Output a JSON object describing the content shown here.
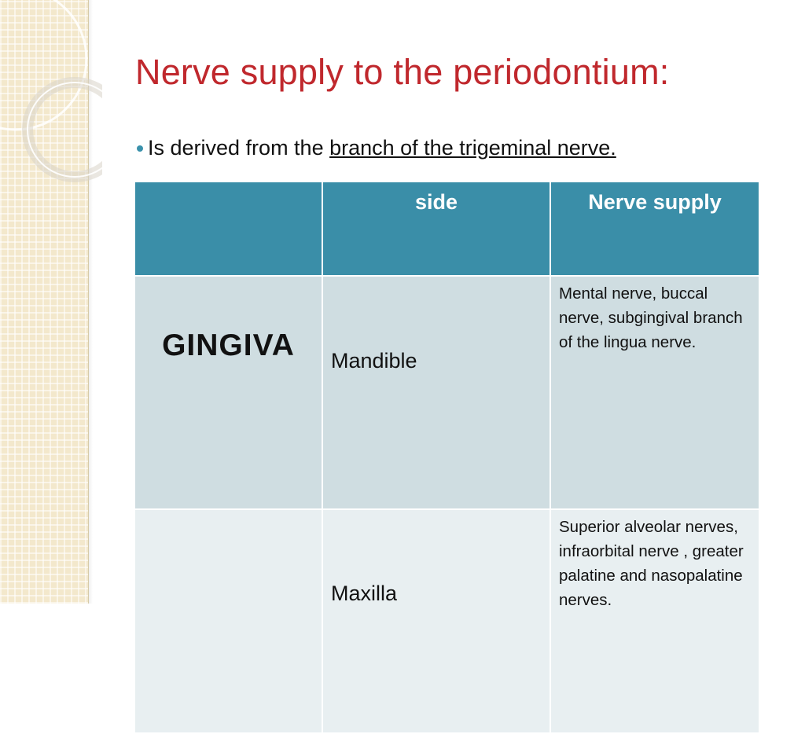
{
  "slide": {
    "title": "Nerve supply to the periodontium:",
    "bullet_prefix": "Is derived from the ",
    "bullet_link": "branch of the trigeminal nerve."
  },
  "table": {
    "headers": [
      "",
      "side",
      "Nerve supply"
    ],
    "rows": [
      {
        "organ": "GINGIVA",
        "side": "Mandible",
        "nerve": "Mental nerve, buccal nerve, subgingival branch of the lingua nerve."
      },
      {
        "organ": "",
        "side": "Maxilla",
        "nerve": "Superior alveolar nerves, infraorbital nerve , greater palatine and nasopalatine nerves."
      }
    ]
  },
  "colors": {
    "title": "#c0282d",
    "header_bg": "#3a8ea8",
    "row_a_bg": "#cfdde1",
    "row_b_bg": "#e8eff1",
    "bullet": "#3a91ab",
    "side_strip": "#f3e8cc"
  }
}
